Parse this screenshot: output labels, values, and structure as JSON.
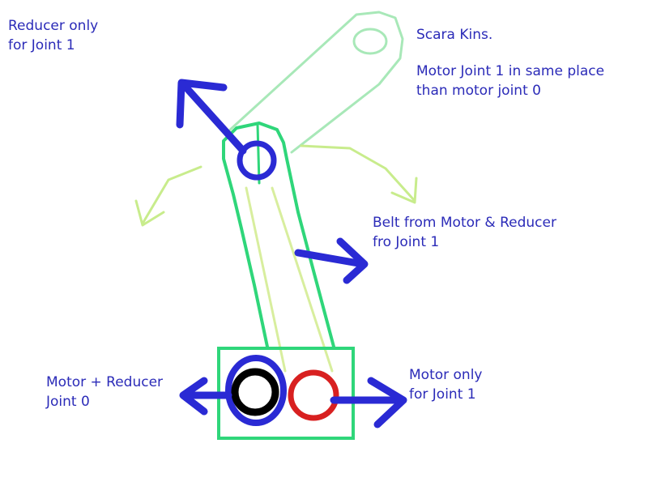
{
  "labels": {
    "reducer_only": {
      "line1": "Reducer only",
      "line2": "for Joint 1"
    },
    "scara": {
      "title": "Scara Kins.",
      "note_line1": "Motor Joint 1 in same place",
      "note_line2": "than motor joint 0"
    },
    "belt": {
      "line1": "Belt from Motor & Reducer",
      "line2": "fro Joint 1"
    },
    "motor_reducer": {
      "line1": "Motor + Reducer",
      "line2": "Joint 0"
    },
    "motor_only": {
      "line1": "Motor only",
      "line2": "for Joint 1"
    }
  },
  "colors": {
    "text": "#2b2bb8",
    "arrow_blue": "#2a2ad4",
    "link_green": "#2fd67a",
    "faded_green": "#a8e8b8",
    "swing_yellow_green": "#c8ec8c",
    "belt_yellow": "#d8ee9e",
    "motor_red": "#d82020",
    "motor_black": "#000000"
  }
}
